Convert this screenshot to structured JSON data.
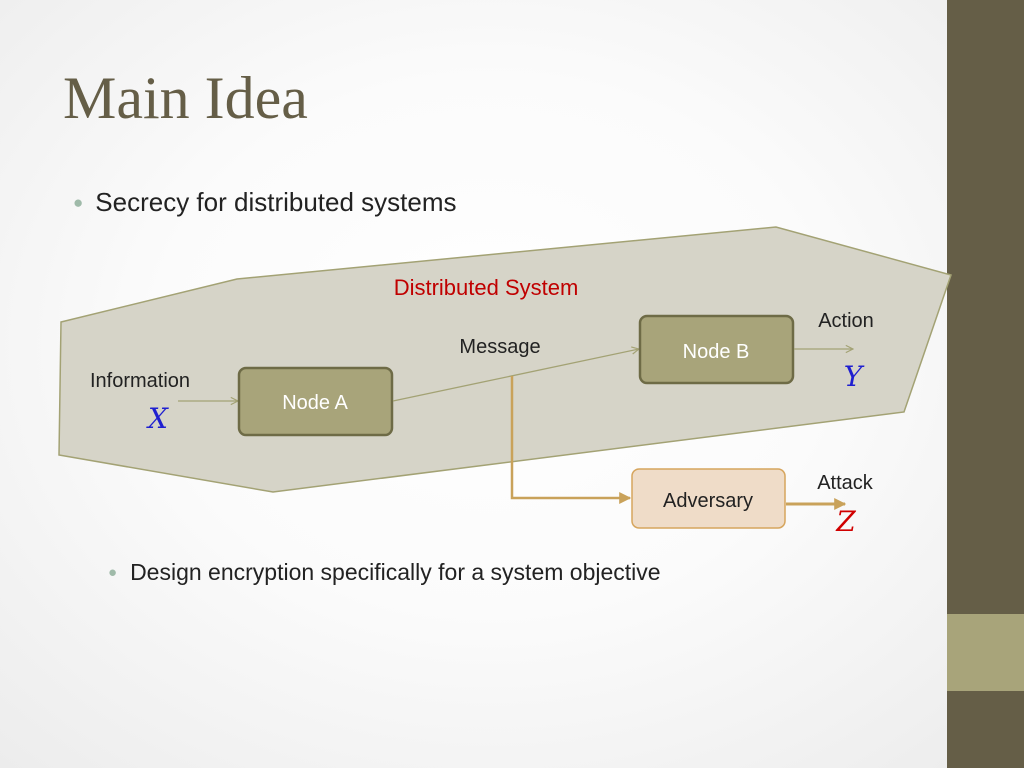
{
  "slide": {
    "title": "Main Idea",
    "bullets": [
      "Secrecy for distributed systems",
      "Design encryption specifically for a system objective"
    ]
  },
  "diagram": {
    "system_label": "Distributed System",
    "input_label": "Information",
    "input_var": "X",
    "node_a": "Node A",
    "message_label": "Message",
    "node_b": "Node B",
    "action_label": "Action",
    "output_var": "Y",
    "adversary": "Adversary",
    "attack_label": "Attack",
    "attack_var": "Z"
  },
  "colors": {
    "title": "#655e47",
    "sidebar": "#655e47",
    "sidebar_accent": "#a8a47a",
    "region_fill": "#d6d4c8",
    "region_stroke": "#a3a274",
    "node_fill": "#a8a47a",
    "node_stroke": "#6e6b46",
    "adversary_fill": "#efdcc8",
    "adversary_stroke": "#d6a55d",
    "attack_arrow": "#c9a25a",
    "system_label": "#c00000",
    "var_xy": "#1f1fd0",
    "var_z": "#d00000",
    "bullet_dot": "#9fbaa9"
  }
}
